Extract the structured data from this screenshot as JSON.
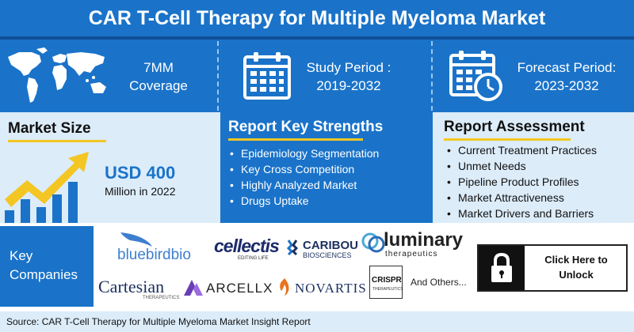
{
  "header": {
    "title": "CAR T-Cell Therapy for Multiple Myeloma Market"
  },
  "top_strip": {
    "coverage": {
      "line1": "7MM",
      "line2": "Coverage",
      "icon": "world-map-icon"
    },
    "study_period": {
      "label": "Study Period :",
      "value": "2019-2032",
      "icon": "calendar-icon"
    },
    "forecast_period": {
      "label": "Forecast Period:",
      "value": "2023-2032",
      "icon": "calendar-clock-icon"
    }
  },
  "market_size": {
    "heading": "Market Size",
    "value": "USD 400",
    "caption": "Million in 2022",
    "icon": "growth-chart-icon"
  },
  "key_strengths": {
    "heading": "Report Key Strengths",
    "items": [
      "Epidemiology Segmentation",
      "Key Cross Competition",
      "Highly Analyzed Market",
      "Drugs Uptake"
    ]
  },
  "assessment": {
    "heading": "Report Assessment",
    "items": [
      "Current Treatment Practices",
      "Unmet Needs",
      "Pipeline Product Profiles",
      "Market Attractiveness",
      "Market Drivers and Barriers"
    ]
  },
  "key_companies": {
    "label_line1": "Key",
    "label_line2": "Companies",
    "logos": {
      "bluebird": "bluebirdbio",
      "cellectis": "cellectis",
      "cellectis_tag": "EDITING LIFE",
      "caribou_1": "CARIBOU",
      "caribou_2": "BIOSCIENCES",
      "luminary": "luminary",
      "luminary_tag": "therapeutics",
      "cartesian": "Cartesian",
      "cartesian_tag": "THERAPEUTICS",
      "arcellx": "ARCELLX",
      "novartis": "NOVARTIS",
      "crispr": "CRISPR",
      "crispr_tag": "THERAPEUTICS"
    },
    "others": "And  Others..."
  },
  "cta": {
    "line1": "Click Here to",
    "line2": "Unlock",
    "icon": "padlock-icon"
  },
  "footer": {
    "source": "Source: CAR T-Cell Therapy for Multiple Myeloma Market Insight Report"
  },
  "colors": {
    "primary_blue": "#1a73c9",
    "light_blue": "#dcecf9",
    "accent_yellow": "#f3c623",
    "dark_navy": "#1b2f5e"
  }
}
